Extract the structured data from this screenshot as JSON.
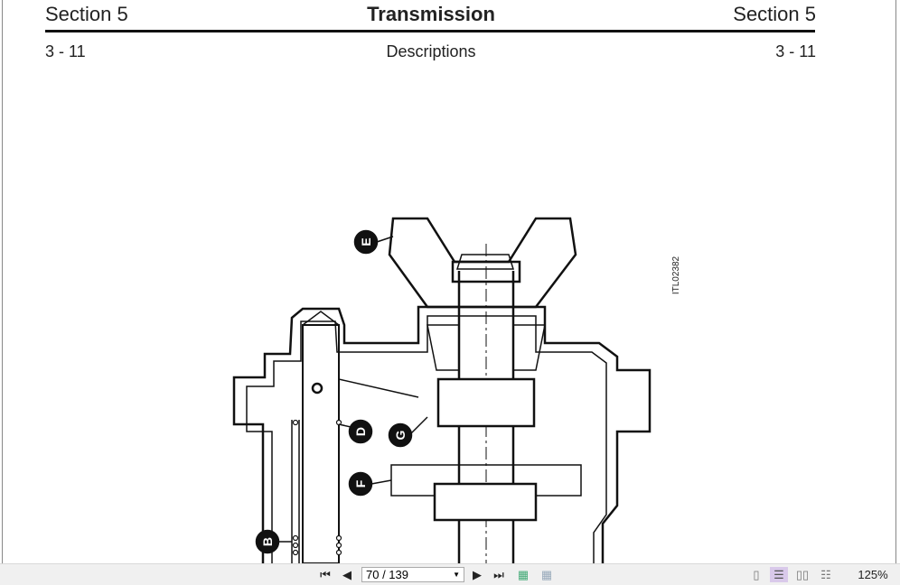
{
  "document": {
    "header_left": "Section 5",
    "header_center": "Transmission",
    "header_right": "Section 5",
    "sub_left": "3 - 11",
    "sub_center": "Descriptions",
    "sub_right": "3 - 11"
  },
  "figure": {
    "id_label": "ITL02382",
    "callouts": [
      "E",
      "D",
      "G",
      "F",
      "B"
    ]
  },
  "toolbar": {
    "page_value": "70 / 139",
    "zoom": "125%",
    "icons": [
      "first-page-icon",
      "prev-page-icon",
      "next-page-icon",
      "last-page-icon",
      "fit-page-icon",
      "fit-width-icon",
      "single-page-icon",
      "continuous-page-icon",
      "two-page-icon",
      "two-page-continuous-icon"
    ]
  }
}
